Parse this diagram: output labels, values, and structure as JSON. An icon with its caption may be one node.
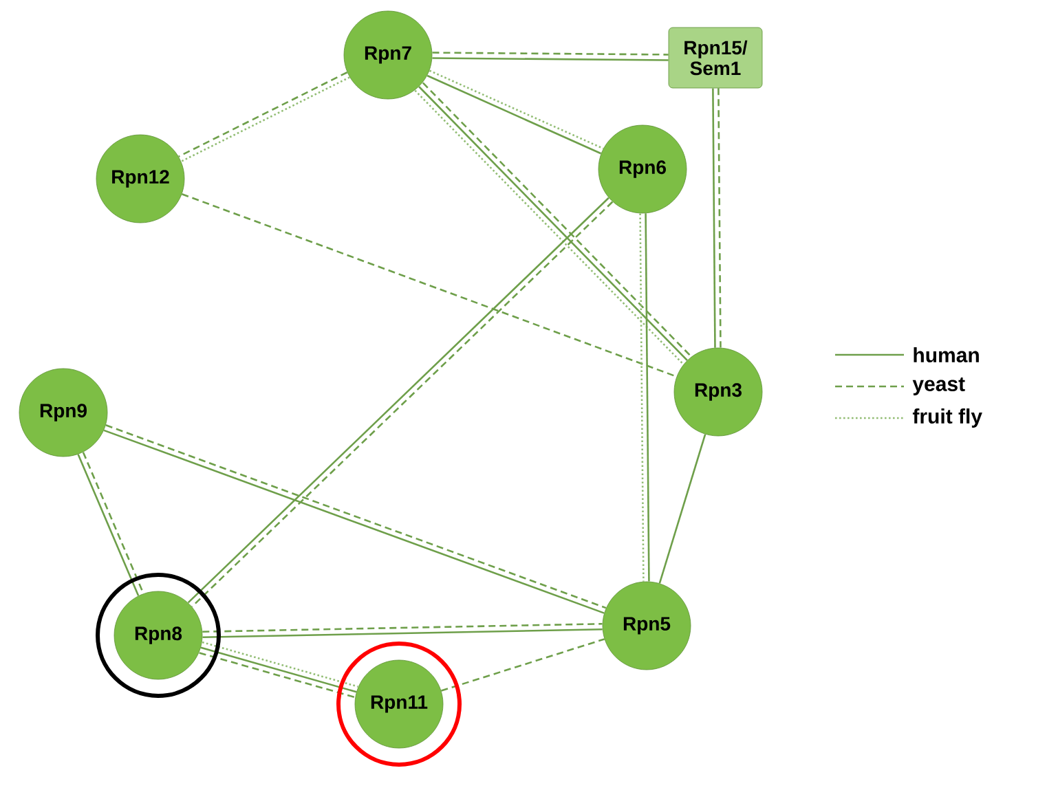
{
  "diagram": {
    "nodes": [
      {
        "text": [
          "Rpn7"
        ]
      },
      {
        "text": [
          "Rpn15/ Sem1"
        ]
      },
      {
        "text": [
          "Rpn12"
        ]
      },
      {
        "text": [
          "Rpn6"
        ]
      },
      {
        "text": [
          "Rpn3"
        ]
      },
      {
        "text": [
          "Rpn9"
        ]
      },
      {
        "text": [
          "Rpn8"
        ]
      },
      {
        "text": [
          "Rpn5"
        ]
      },
      {
        "text": [
          "Rpn11"
        ]
      }
    ],
    "edges": [
      {
        "from": 0,
        "to": 1,
        "arrow": "none"
      },
      {
        "from": 0,
        "to": 1,
        "arrow": "none",
        "style": "dashed"
      },
      {
        "from": 0,
        "to": 2,
        "arrow": "none",
        "style": "dashed"
      },
      {
        "from": 0,
        "to": 2,
        "arrow": "none",
        "style": "dashed",
        "color": "#92bd74"
      },
      {
        "from": 0,
        "to": 3,
        "arrow": "none"
      },
      {
        "from": 0,
        "to": 3,
        "arrow": "none",
        "style": "dashed",
        "color": "#92bd74"
      },
      {
        "from": 0,
        "to": 4,
        "arrow": "none",
        "style": "dashed",
        "color": "#92bd74"
      },
      {
        "from": 0,
        "to": 4,
        "arrow": "none"
      },
      {
        "from": 0,
        "to": 4,
        "arrow": "none",
        "style": "dashed"
      },
      {
        "from": 1,
        "to": 4,
        "arrow": "none"
      },
      {
        "from": 1,
        "to": 4,
        "arrow": "none",
        "style": "dashed"
      },
      {
        "from": 2,
        "to": 4,
        "arrow": "none",
        "style": "dashed"
      },
      {
        "from": 3,
        "to": 6,
        "arrow": "none"
      },
      {
        "from": 3,
        "to": 6,
        "arrow": "none",
        "style": "dashed"
      },
      {
        "from": 3,
        "to": 7,
        "arrow": "none",
        "style": "dashed",
        "color": "#92bd74"
      },
      {
        "from": 3,
        "to": 7,
        "arrow": "none"
      },
      {
        "from": 4,
        "to": 7,
        "arrow": "none"
      },
      {
        "from": 5,
        "to": 6,
        "arrow": "none"
      },
      {
        "from": 5,
        "to": 6,
        "arrow": "none",
        "style": "dashed"
      },
      {
        "from": 5,
        "to": 7,
        "arrow": "none"
      },
      {
        "from": 5,
        "to": 7,
        "arrow": "none",
        "style": "dashed"
      },
      {
        "from": 6,
        "to": 7,
        "arrow": "none"
      },
      {
        "from": 6,
        "to": 7,
        "arrow": "none",
        "style": "dashed"
      },
      {
        "from": 6,
        "to": 8,
        "arrow": "none",
        "style": "dashed"
      },
      {
        "from": 6,
        "to": 8,
        "arrow": "none"
      },
      {
        "from": 6,
        "to": 8,
        "arrow": "none",
        "style": "dashed",
        "color": "#92bd74"
      },
      {
        "from": 8,
        "to": 7,
        "arrow": "none",
        "style": "dashed"
      }
    ],
    "legend": [
      {
        "text": "human"
      },
      {
        "text": "yeast"
      },
      {
        "text": "fruit fly"
      }
    ]
  }
}
